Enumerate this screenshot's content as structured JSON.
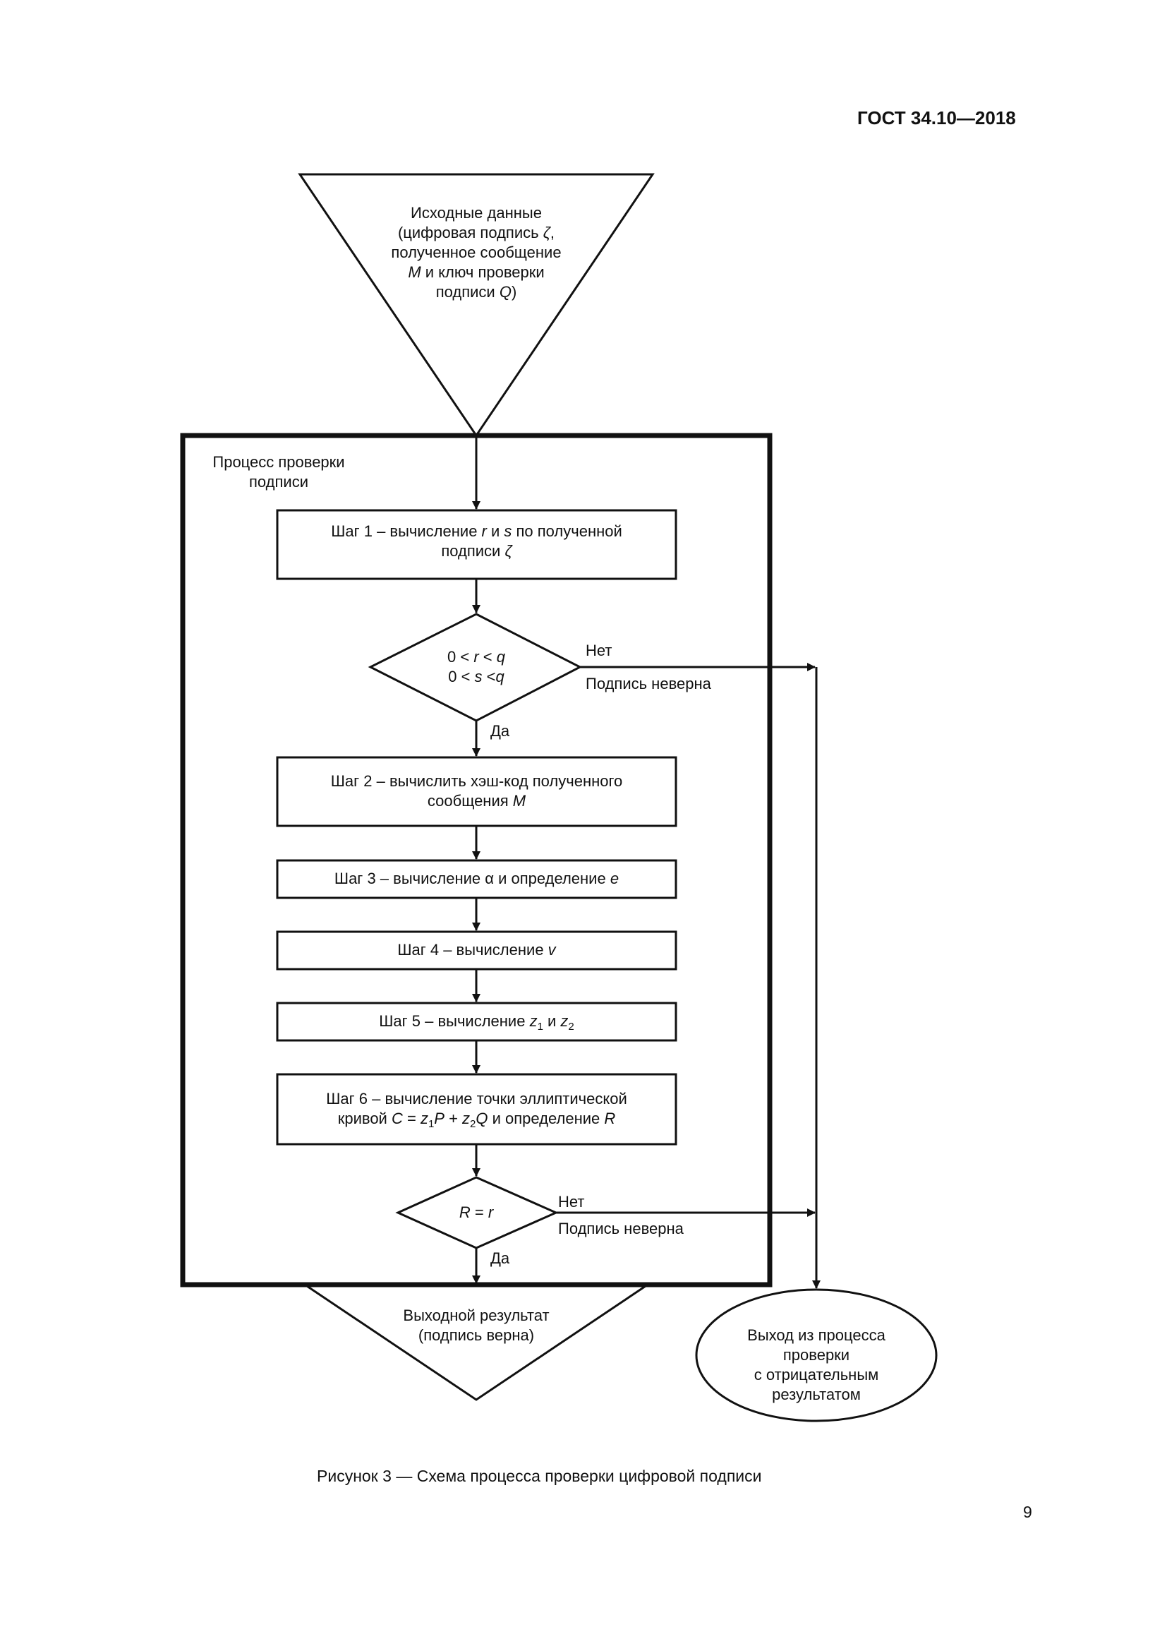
{
  "header": {
    "doc_id": "ГОСТ 34.10—2018"
  },
  "start": {
    "line1": "Исходные данные",
    "line2_a": "(цифровая подпись ",
    "zeta": "ζ",
    "line2_b": ",",
    "line3": "полученное сообщение",
    "line4_var": "M",
    "line4_rest": " и ключ проверки",
    "line5_a": "подписи ",
    "line5_var": "Q",
    "line5_b": ")"
  },
  "process": {
    "title_line1": "Процесс проверки",
    "title_line2": "подписи"
  },
  "step1": {
    "a": "Шаг 1 – вычисление ",
    "r": "r",
    "mid": " и ",
    "s": "s",
    "b": " по полученной",
    "line2": "подписи ",
    "zeta": "ζ"
  },
  "decision1": {
    "l1_a": "0 < ",
    "l1_var": "r",
    "l1_b": " < ",
    "l1_q": "q",
    "l2_a": "0 < ",
    "l2_var": "s",
    "l2_b": " <",
    "l2_q": "q",
    "no": "Нет",
    "no_label": "Подпись неверна",
    "yes": "Да"
  },
  "step2": {
    "line1": "Шаг 2 – вычислить хэш-код полученного",
    "line2": "сообщения ",
    "var": "M"
  },
  "step3": {
    "a": "Шаг 3 – вычисление ",
    "alpha": "α",
    "b": " и определение ",
    "e": "e"
  },
  "step4": {
    "a": "Шаг 4 – вычисление ",
    "v": "v"
  },
  "step5": {
    "a": "Шаг 5 – вычисление ",
    "z": "z",
    "one": "1",
    "and": " и ",
    "two": "2"
  },
  "step6": {
    "line1": "Шаг 6 – вычисление точки эллиптической",
    "l2_a": "кривой ",
    "C": "C",
    "eq": " = ",
    "z": "z",
    "one": "1",
    "P": "P",
    "plus": " + ",
    "two": "2",
    "Q": "Q",
    "rest": " и определение ",
    "R": "R"
  },
  "decision2": {
    "R": "R",
    "eq": " = ",
    "r": "r",
    "no": "Нет",
    "no_label": "Подпись неверна",
    "yes": "Да"
  },
  "result": {
    "line1": "Выходной результат",
    "line2": "(подпись верна)"
  },
  "exit": {
    "line1": "Выход из процесса",
    "line2": "проверки",
    "line3": "с отрицательным",
    "line4": "результатом"
  },
  "caption": "Рисунок 3 — Схема процесса проверки цифровой подписи",
  "page_number": "9",
  "colors": {
    "ink": "#111111",
    "paper": "#ffffff"
  }
}
